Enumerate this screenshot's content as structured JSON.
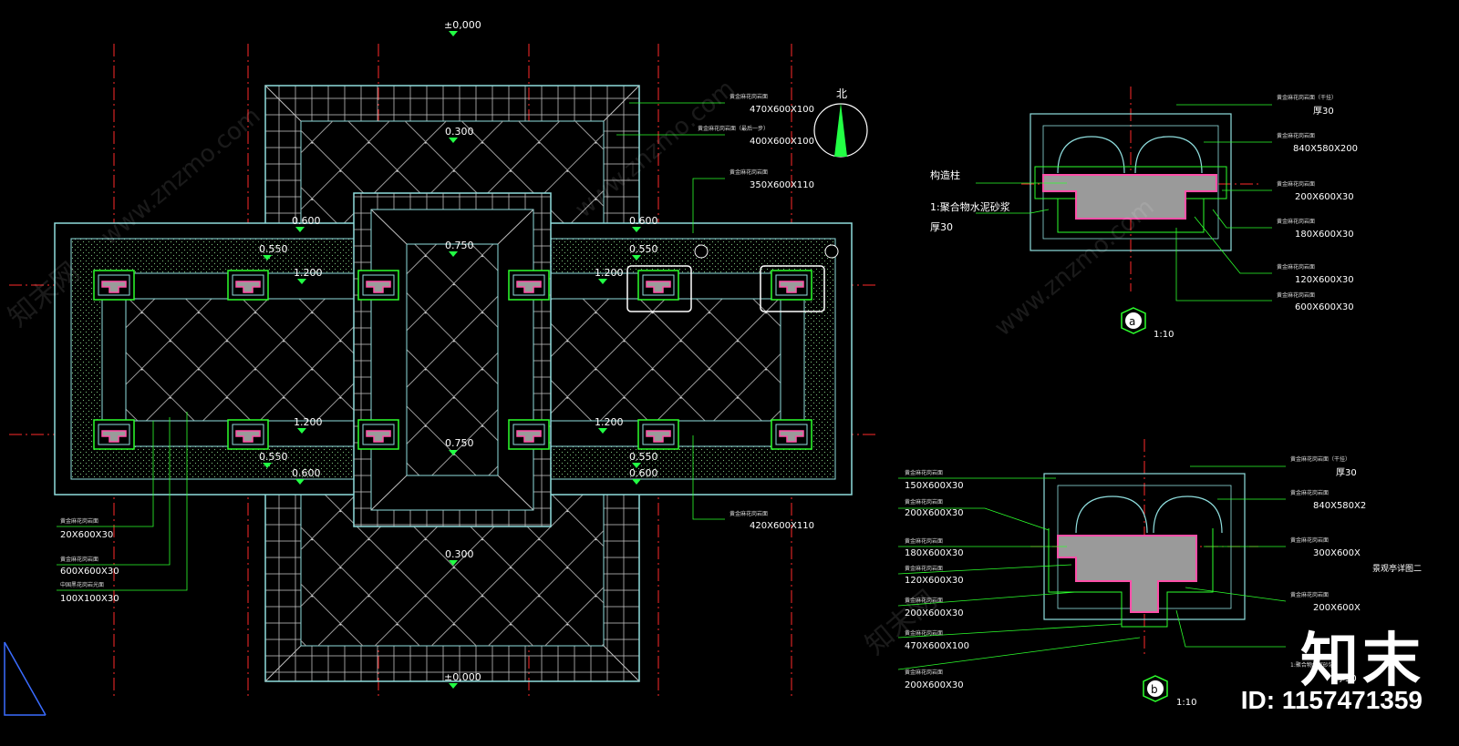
{
  "elevations": {
    "top_zero": "±0,000",
    "bottom_zero": "±0,000",
    "upper_0300": "0.300",
    "lower_0300": "0.300",
    "tl_0600": "0.600",
    "tr_0600": "0.600",
    "bl_0600": "0.600",
    "br_0600": "0.600",
    "tl_0550": "0.550",
    "tr_0550": "0.550",
    "bl_0550": "0.550",
    "br_0550": "0.550",
    "top_0750": "0.750",
    "bottom_0750": "0.750",
    "tl_1200": "1.200",
    "tr_1200": "1.200",
    "bl_1200": "1.200",
    "br_1200": "1.200"
  },
  "plan_notes_right": [
    {
      "cn": "黄金麻花岗岩面",
      "dim": "470X600X100"
    },
    {
      "cn": "黄金麻花岗岩面（最后一步）",
      "dim": "400X600X100"
    },
    {
      "cn": "黄金麻花岗岩面",
      "dim": "350X600X110"
    },
    {
      "cn": "黄金麻花岗岩面",
      "dim": "420X600X110"
    }
  ],
  "plan_notes_left": [
    {
      "cn": "黄金麻花岗岩面",
      "dim": "20X600X30"
    },
    {
      "cn": "黄金麻花岗岩面",
      "dim": "600X600X30"
    },
    {
      "cn": "中国黑花岗岩光面",
      "dim": "100X100X30"
    }
  ],
  "north_label": "北",
  "detail_a": {
    "marker": "a",
    "scale": "1:10",
    "left_title": "构造柱",
    "left_mortar": "1:聚合物水泥砂浆",
    "left_mortar_thk": "厚30",
    "notes": [
      {
        "cn": "黄金麻花岗岩面（干挂）",
        "dim": "厚30"
      },
      {
        "cn": "黄金麻花岗岩面",
        "dim": "840X580X200"
      },
      {
        "cn": "黄金麻花岗岩面",
        "dim": "200X600X30"
      },
      {
        "cn": "黄金麻花岗岩面",
        "dim": "180X600X30"
      },
      {
        "cn": "黄金麻花岗岩面",
        "dim": "120X600X30"
      },
      {
        "cn": "黄金麻花岗岩面",
        "dim": "600X600X30"
      }
    ]
  },
  "detail_b": {
    "marker": "b",
    "scale": "1:10",
    "side_title": "景观亭详图二",
    "left_notes": [
      {
        "cn": "黄金麻花岗岩面",
        "dim": "150X600X30"
      },
      {
        "cn": "黄金麻花岗岩面",
        "dim": "200X600X30"
      },
      {
        "cn": "黄金麻花岗岩面",
        "dim": "180X600X30"
      },
      {
        "cn": "黄金麻花岗岩面",
        "dim": "120X600X30"
      },
      {
        "cn": "黄金麻花岗岩面",
        "dim": "200X600X30"
      },
      {
        "cn": "黄金麻花岗岩面",
        "dim": "470X600X100"
      },
      {
        "cn": "黄金麻花岗岩面",
        "dim": "200X600X30"
      }
    ],
    "right_notes": [
      {
        "cn": "黄金麻花岗岩面（干挂）",
        "dim": "厚30"
      },
      {
        "cn": "黄金麻花岗岩面",
        "dim": "840X580X2"
      },
      {
        "cn": "黄金麻花岗岩面",
        "dim": "300X600X"
      },
      {
        "cn": "黄金麻花岗岩面",
        "dim": "200X600X"
      },
      {
        "cn": "1:聚合物水泥砂浆",
        "dim": "厚30"
      }
    ]
  },
  "watermark": {
    "brand": "知末",
    "id": "ID: 1157471359",
    "site": "www.znzmo.com",
    "cn": "知末网"
  },
  "colors": {
    "background": "#000000",
    "outline_cyan": "#8fdede",
    "grid_white": "#cfcfcf",
    "axis_red": "#ff2a2a",
    "leader_green": "#2cff2c",
    "elev_green": "#22ff44",
    "column_magenta": "#ff4fa8",
    "column_gray": "#9a9a9a",
    "marker_white": "#ffffff"
  }
}
